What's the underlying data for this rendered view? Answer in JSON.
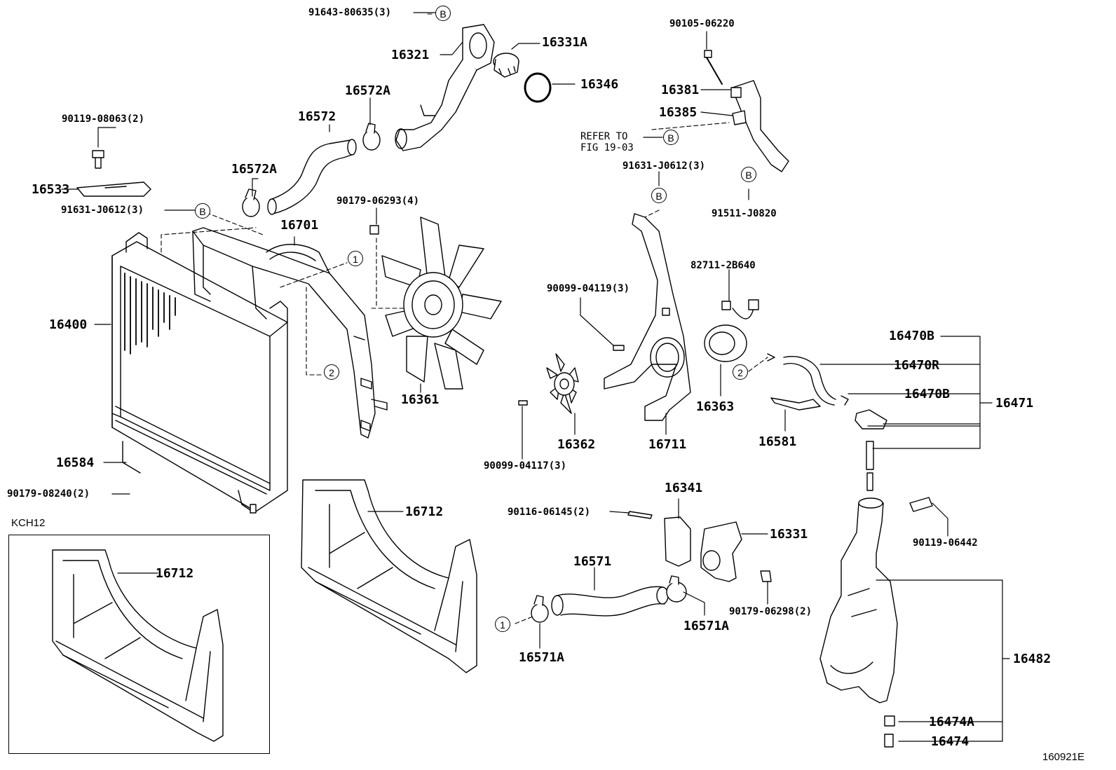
{
  "labels": [
    {
      "id": "91643-80635",
      "text": "91643-80635(3)"
    },
    {
      "id": "16321",
      "text": "16321"
    },
    {
      "id": "16331A",
      "text": "16331A"
    },
    {
      "id": "16346",
      "text": "16346"
    },
    {
      "id": "16572A-top",
      "text": "16572A"
    },
    {
      "id": "16572",
      "text": "16572"
    },
    {
      "id": "90119-08063",
      "text": "90119-08063(2)"
    },
    {
      "id": "16533",
      "text": "16533"
    },
    {
      "id": "16572A-left",
      "text": "16572A"
    },
    {
      "id": "91631-J0612-left",
      "text": "91631-J0612(3)"
    },
    {
      "id": "90179-06293",
      "text": "90179-06293(4)"
    },
    {
      "id": "16701",
      "text": "16701"
    },
    {
      "id": "16400",
      "text": "16400"
    },
    {
      "id": "16361",
      "text": "16361"
    },
    {
      "id": "16584",
      "text": "16584"
    },
    {
      "id": "90179-08240",
      "text": "90179-08240(2)"
    },
    {
      "id": "90105-06220",
      "text": "90105-06220"
    },
    {
      "id": "16381",
      "text": "16381"
    },
    {
      "id": "16385",
      "text": "16385"
    },
    {
      "id": "refer",
      "text": "REFER TO"
    },
    {
      "id": "fig",
      "text": "FIG 19-03"
    },
    {
      "id": "91631-J0612-right",
      "text": "91631-J0612(3)"
    },
    {
      "id": "91511-J0820",
      "text": "91511-J0820"
    },
    {
      "id": "82711-2B640",
      "text": "82711-2B640"
    },
    {
      "id": "90099-04119",
      "text": "90099-04119(3)"
    },
    {
      "id": "16470B-top",
      "text": "16470B"
    },
    {
      "id": "16470R",
      "text": "16470R"
    },
    {
      "id": "16470B-mid",
      "text": "16470B"
    },
    {
      "id": "16471",
      "text": "16471"
    },
    {
      "id": "16363",
      "text": "16363"
    },
    {
      "id": "16711",
      "text": "16711"
    },
    {
      "id": "16362",
      "text": "16362"
    },
    {
      "id": "90099-04117",
      "text": "90099-04117(3)"
    },
    {
      "id": "16581",
      "text": "16581"
    },
    {
      "id": "16712-main",
      "text": "16712"
    },
    {
      "id": "16341",
      "text": "16341"
    },
    {
      "id": "90116-06145",
      "text": "90116-06145(2)"
    },
    {
      "id": "16331",
      "text": "16331"
    },
    {
      "id": "90119-06442",
      "text": "90119-06442"
    },
    {
      "id": "16571",
      "text": "16571"
    },
    {
      "id": "90179-06298",
      "text": "90179-06298(2)"
    },
    {
      "id": "16571A-right",
      "text": "16571A"
    },
    {
      "id": "16571A-left",
      "text": "16571A"
    },
    {
      "id": "16482",
      "text": "16482"
    },
    {
      "id": "16474A",
      "text": "16474A"
    },
    {
      "id": "16474",
      "text": "16474"
    },
    {
      "id": "16712-inset",
      "text": "16712"
    },
    {
      "id": "kch12",
      "text": "KCH12"
    },
    {
      "id": "code",
      "text": "160921E"
    }
  ],
  "markers": {
    "b": "B",
    "one": "1",
    "two": "2"
  }
}
